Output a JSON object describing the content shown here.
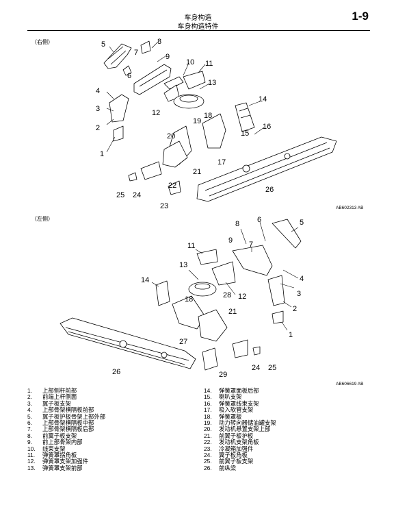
{
  "header": {
    "title": "车身构造",
    "subtitle": "车身构造特件",
    "page_number": "1-9"
  },
  "figure_right": {
    "side_label": "（右侧）",
    "figure_id": "AB602313 AB",
    "callouts": [
      "1",
      "2",
      "3",
      "4",
      "5",
      "6",
      "7",
      "8",
      "9",
      "10",
      "11",
      "12",
      "13",
      "14",
      "15",
      "16",
      "17",
      "18",
      "19",
      "20",
      "21",
      "22",
      "23",
      "24",
      "25",
      "26"
    ]
  },
  "figure_left": {
    "side_label": "（左侧）",
    "figure_id": "AB606619 AB",
    "callouts": [
      "1",
      "2",
      "3",
      "4",
      "5",
      "6",
      "7",
      "8",
      "9",
      "11",
      "12",
      "13",
      "14",
      "18",
      "21",
      "24",
      "25",
      "26",
      "27",
      "28",
      "29"
    ]
  },
  "legend_left": [
    {
      "num": "1.",
      "text": "上部侧杆前部"
    },
    {
      "num": "2.",
      "text": "前端上杆侧面"
    },
    {
      "num": "3.",
      "text": "翼子板支架"
    },
    {
      "num": "4.",
      "text": "上部骨架横隔板前部"
    },
    {
      "num": "5.",
      "text": "翼子板护板骨架上部外部"
    },
    {
      "num": "6.",
      "text": "上部骨架横隔板中部"
    },
    {
      "num": "7.",
      "text": "上部骨架横隔板后部"
    },
    {
      "num": "8.",
      "text": "前翼子板支架"
    },
    {
      "num": "9.",
      "text": "前上部骨架内部"
    },
    {
      "num": "10.",
      "text": "线束支架"
    },
    {
      "num": "11.",
      "text": "弹簧罩拐角板"
    },
    {
      "num": "12.",
      "text": "弹簧罩支架加强件"
    },
    {
      "num": "13.",
      "text": "弹簧罩支架前部"
    }
  ],
  "legend_right": [
    {
      "num": "14.",
      "text": "弹簧罩面板后部"
    },
    {
      "num": "15.",
      "text": "喇叭支架"
    },
    {
      "num": "16.",
      "text": "弹簧罩线束支架"
    },
    {
      "num": "17.",
      "text": "吸入软管支架"
    },
    {
      "num": "18.",
      "text": "弹簧罩板"
    },
    {
      "num": "19.",
      "text": "动力转向器储油罐支架"
    },
    {
      "num": "20.",
      "text": "发动机悬置支架上部"
    },
    {
      "num": "21.",
      "text": "前翼子板护板"
    },
    {
      "num": "22.",
      "text": "发动机支架角板"
    },
    {
      "num": "23.",
      "text": "冷凝箱加强件"
    },
    {
      "num": "24.",
      "text": "翼子板角板"
    },
    {
      "num": "25.",
      "text": "前翼子板支架"
    },
    {
      "num": "26.",
      "text": "前纵梁"
    }
  ]
}
